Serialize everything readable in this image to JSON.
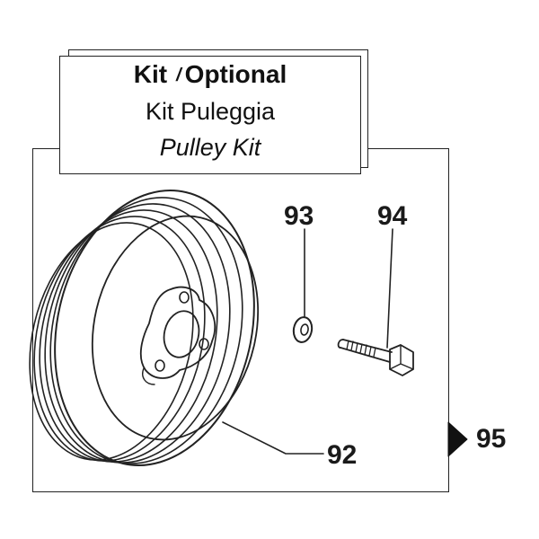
{
  "title_box": {
    "kit_label": "Kit",
    "separator": "/",
    "optional_label": "Optional",
    "italian_name": "Kit Puleggia",
    "english_name": "Pulley Kit"
  },
  "callouts": {
    "pulley": "92",
    "washer": "93",
    "bolt": "94",
    "kit_ref": "95"
  },
  "icons": {
    "kit_marker": "triangle-arrow-icon"
  },
  "colors": {
    "line": "#222222",
    "background": "#ffffff"
  }
}
